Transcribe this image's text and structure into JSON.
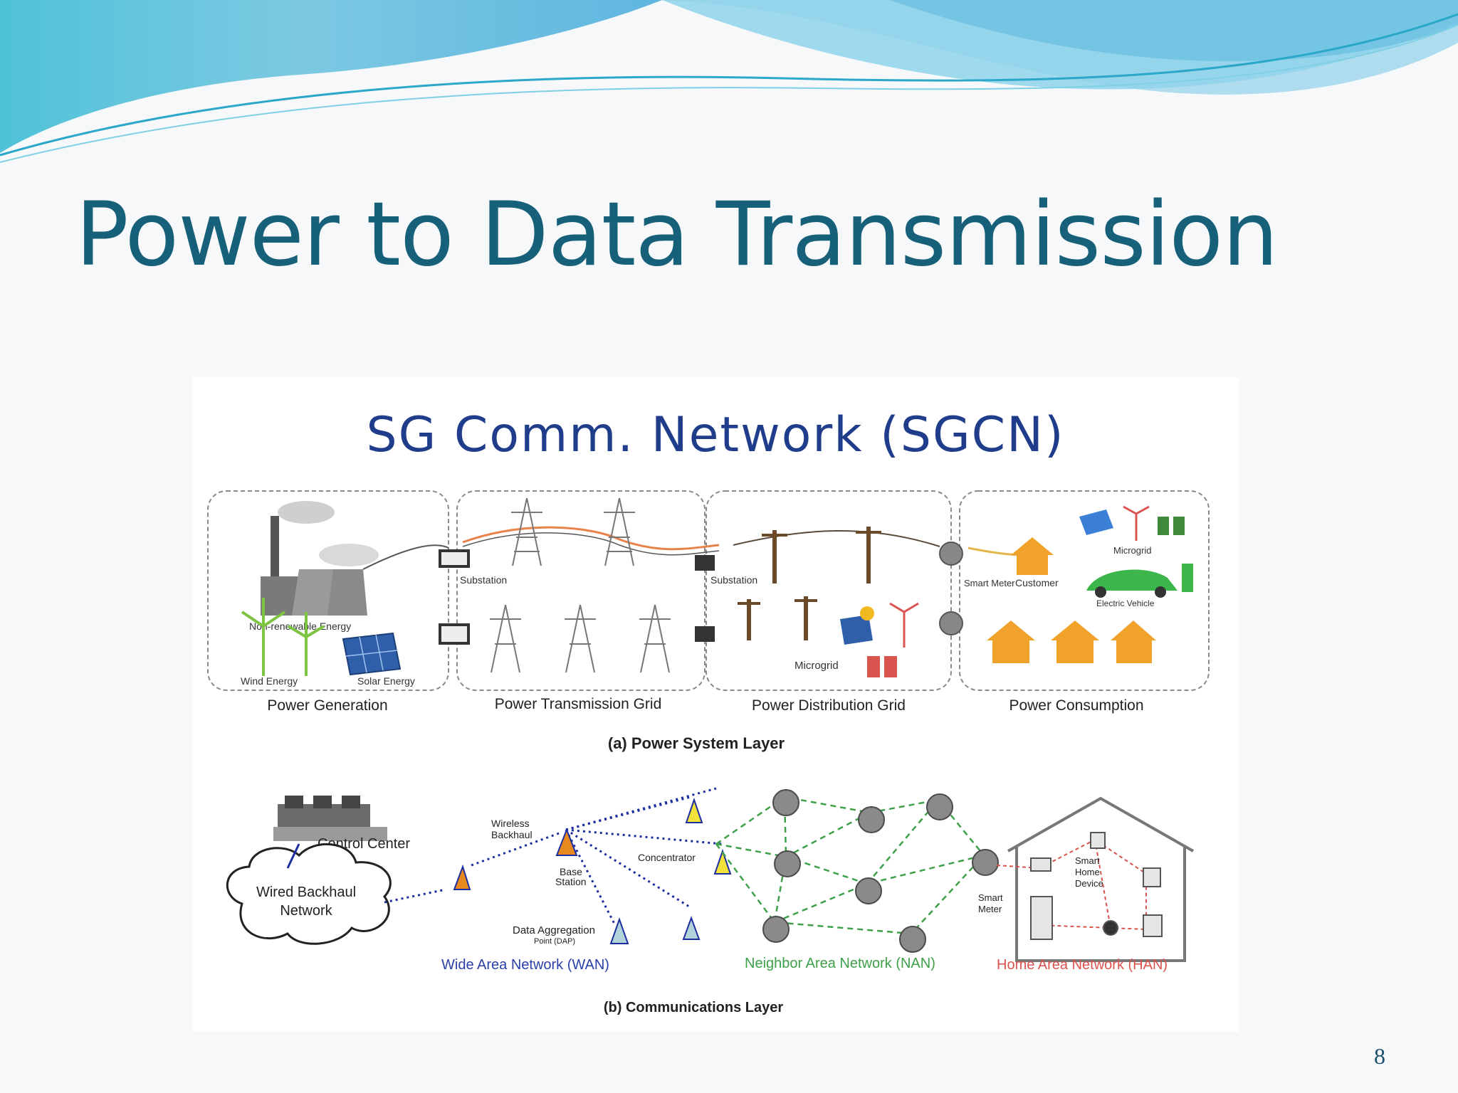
{
  "slide": {
    "title": "Power to Data Transmission",
    "page_number": "8"
  },
  "figure": {
    "title": "SG Comm. Network (SGCN)",
    "power_layer": {
      "caption": "(a) Power System Layer",
      "sections": [
        "Power Generation",
        "Power Transmission Grid",
        "Power Distribution Grid",
        "Power Consumption"
      ],
      "labels": {
        "nonrenewable": "Non-renewable Energy",
        "wind": "Wind Energy",
        "solar": "Solar Energy",
        "substation1": "Substation",
        "substation2": "Substation",
        "microgrid_dist": "Microgrid",
        "smart_meter": "Smart Meter",
        "customer": "Customer",
        "microgrid_cons": "Microgrid",
        "ev": "Electric Vehicle"
      }
    },
    "comm_layer": {
      "caption": "(b) Communications Layer",
      "labels": {
        "control_center": "Control Center",
        "wired_backhaul": [
          "Wired Backhaul",
          "Network"
        ],
        "wireless_backhaul": [
          "Wireless",
          "Backhaul"
        ],
        "base_station": [
          "Base",
          "Station"
        ],
        "concentrator": "Concentrator",
        "dap": [
          "Data Aggregation",
          "Point (DAP)"
        ],
        "smart_meter": [
          "Smart",
          "Meter"
        ],
        "smart_home": [
          "Smart",
          "Home",
          "Device"
        ]
      },
      "networks": [
        {
          "label": "Wide Area Network (WAN)",
          "color": "#2b3fa8"
        },
        {
          "label": "Neighbor Area Network (NAN)",
          "color": "#3fa04a"
        },
        {
          "label": "Home Area Network (HAN)",
          "color": "#d9534f"
        }
      ]
    }
  }
}
